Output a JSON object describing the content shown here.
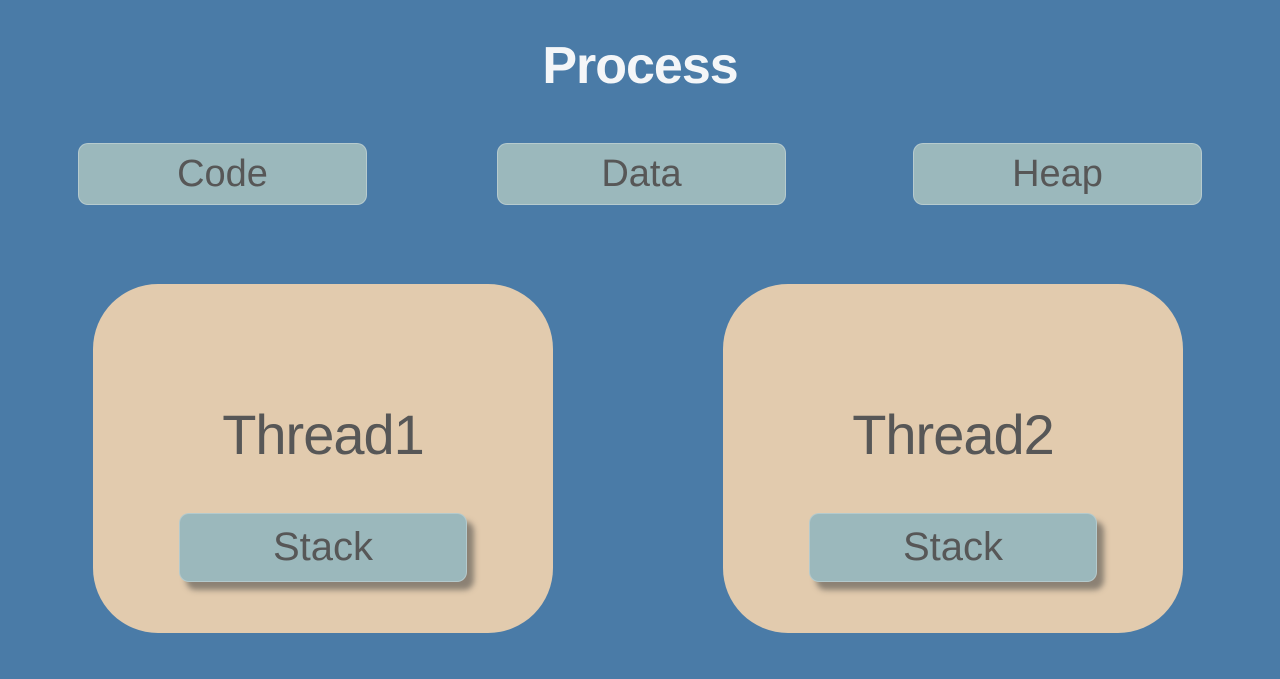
{
  "diagram": {
    "title": "Process",
    "memory_sections": [
      {
        "label": "Code"
      },
      {
        "label": "Data"
      },
      {
        "label": "Heap"
      }
    ],
    "threads": [
      {
        "label": "Thread1",
        "stack_label": "Stack"
      },
      {
        "label": "Thread2",
        "stack_label": "Stack"
      }
    ],
    "colors": {
      "background": "#4A7BA7",
      "section_fill": "#9BB8BC",
      "thread_fill": "#E2CBAE",
      "text_dark": "#575757",
      "title_color": "#F4F6F8"
    }
  }
}
